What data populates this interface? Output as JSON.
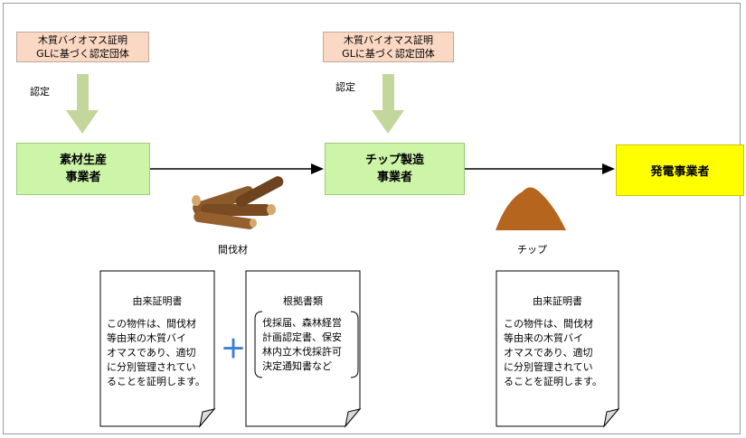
{
  "cert_org": {
    "line1": "木質バイオマス証明",
    "line2": "GLに基づく認定団体"
  },
  "certify_label": "認定",
  "producer": {
    "line1": "素材生産",
    "line2": "事業者"
  },
  "chip_maker": {
    "line1": "チップ製造",
    "line2": "事業者"
  },
  "power": {
    "label": "発電事業者"
  },
  "thinning_caption": "間伐材",
  "chip_caption": "チップ",
  "origin_cert": {
    "title": "由来証明書",
    "lines": [
      "この物件は、間伐材",
      "等由来の木質バイ",
      "オマスであり、適切",
      "に分別管理されてい",
      "ることを証明します。"
    ]
  },
  "basis_docs": {
    "title": "根拠書類",
    "lines": [
      "伐採届、森林経営",
      "計画認定書、保安",
      "林内立木伐採許可",
      "決定通知書など"
    ]
  },
  "plus_sign": "＋",
  "colors": {
    "cert_org_fill": "#fbd8c4",
    "green_box": "#ccf5a8",
    "yellow_box": "#ffff00",
    "arrow_green": "#c3d69b",
    "wood": "#8b5a2b",
    "chip": "#b5651d",
    "plus": "#3b7fd8"
  }
}
